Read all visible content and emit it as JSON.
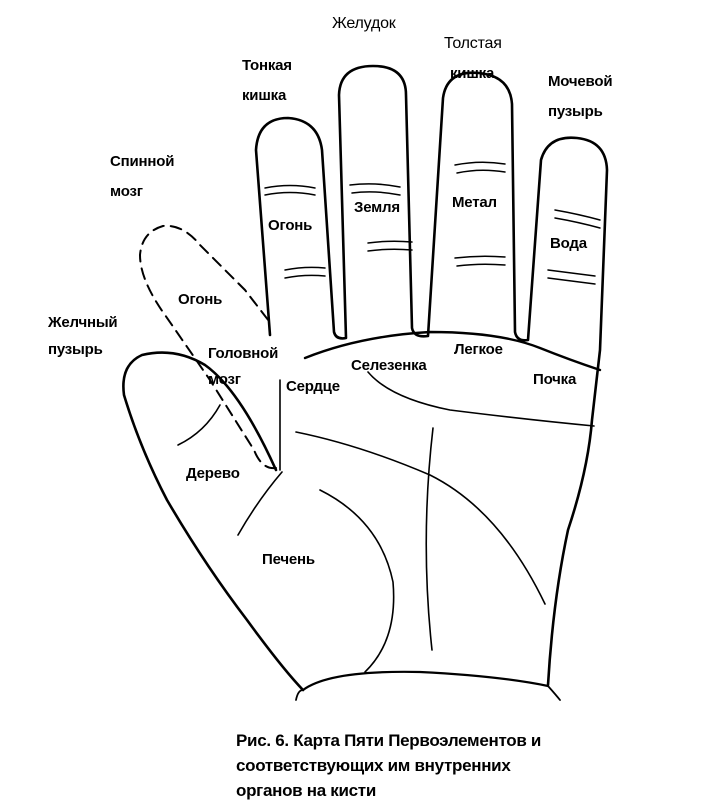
{
  "organs": {
    "stomach": "Желудок",
    "small_intestine_1": "Тонкая",
    "small_intestine_2": "кишка",
    "large_intestine_1": "Толстая",
    "large_intestine_2": "кишка",
    "bladder_1": "Мочевой",
    "bladder_2": "пузырь",
    "spinal_cord_1": "Спинной",
    "spinal_cord_2": "мозг",
    "gallbladder_1": "Желчный",
    "gallbladder_2": "пузырь",
    "brain_1": "Головной",
    "brain_2": "мозг",
    "heart": "Сердце",
    "spleen": "Селезенка",
    "lungs": "Легкое",
    "kidney": "Почка",
    "liver": "Печень"
  },
  "elements": {
    "fire_finger": "Огонь",
    "earth": "Земля",
    "metal": "Метал",
    "water": "Вода",
    "fire_thumb": "Огонь",
    "wood": "Дерево"
  },
  "caption": {
    "line1": "Рис. 6. Карта Пяти Первоэлементов и",
    "line2": "соответствующих им внутренних",
    "line3": "органов на кисти"
  }
}
